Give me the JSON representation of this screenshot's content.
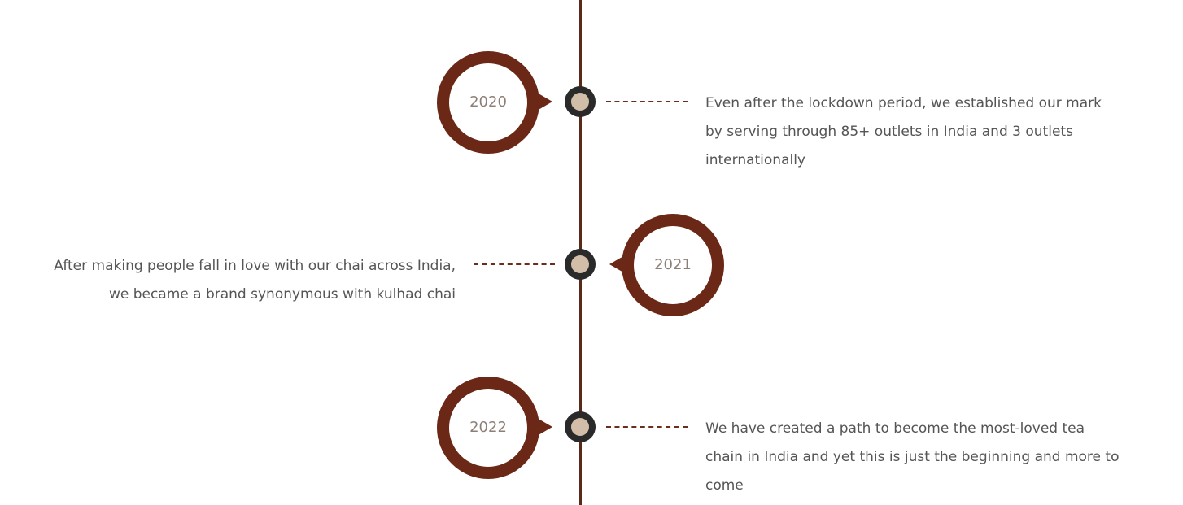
{
  "timeline": {
    "entries": [
      {
        "year": "2020",
        "description": "Even after the lockdown period, we established our mark by serving through 85+ outlets in India and 3 outlets internationally"
      },
      {
        "year": "2021",
        "description": "After making people fall in love with our chai across India, we became a brand synonymous with kulhad chai"
      },
      {
        "year": "2022",
        "description": "We have created a path to become the most-loved tea chain in India and yet this is just the beginning and more to come"
      }
    ]
  },
  "colors": {
    "line": "#5a2a18",
    "ring": "#6b2817",
    "node_outer": "#2a2a2a",
    "node_inner": "#d2bea8",
    "year_text": "#8d7f77",
    "body_text": "#555555"
  }
}
